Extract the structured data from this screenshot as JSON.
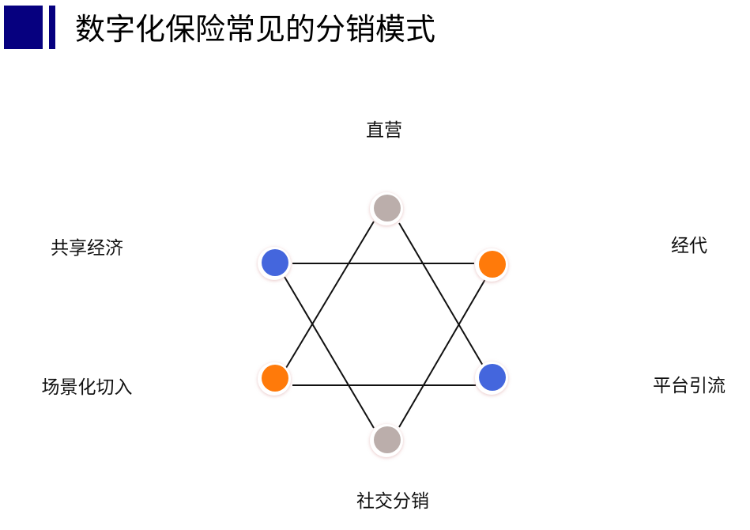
{
  "title": "数字化保险常见的分销模式",
  "labels": {
    "top": "直营",
    "top_left": "共享经济",
    "top_right": "经代",
    "bottom_left": "场景化切入",
    "bottom_right": "平台引流",
    "bottom": "社交分销"
  },
  "colors": {
    "accent": "#06007f",
    "gray": "#bbaeab",
    "blue": "#4466dd",
    "orange": "#ff7a0a"
  }
}
